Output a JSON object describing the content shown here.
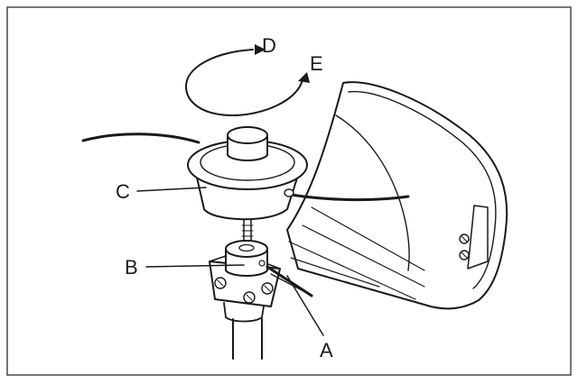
{
  "labels": {
    "a": "A",
    "b": "B",
    "c": "C",
    "d": "D",
    "e": "E"
  },
  "colors": {
    "ink": "#1a1a1a",
    "paper": "#ffffff",
    "frame": "#4a4a4a"
  }
}
